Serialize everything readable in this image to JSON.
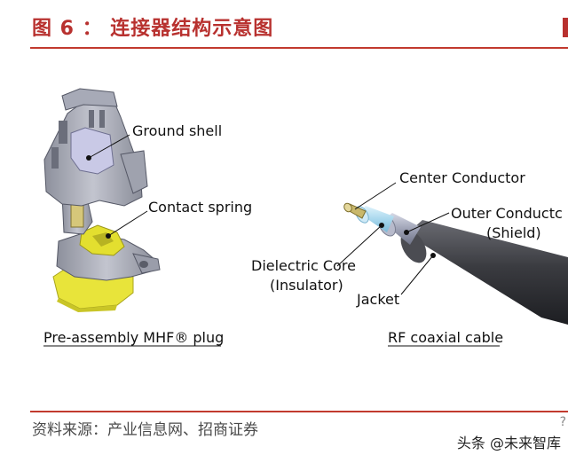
{
  "title": "图 6 ： 连接器结构示意图",
  "source": "资料来源：产业信息网、招商证券",
  "watermark": "头条 @未来智库",
  "plug": {
    "caption": "Pre-assembly MHF® plug",
    "labels": {
      "ground_shell": "Ground shell",
      "contact_spring": "Contact spring"
    }
  },
  "cable": {
    "caption": "RF coaxial cable",
    "labels": {
      "center_conductor": "Center Conductor",
      "outer_conductor_line1": "Outer Conductc",
      "outer_conductor_line2": "(Shield)",
      "dielectric_line1": "Dielectric Core",
      "dielectric_line2": "(Insulator)",
      "jacket": "Jacket"
    }
  },
  "colors": {
    "accent_red": "#b8312f",
    "shell_gray": "#aeb0bb",
    "spring_yellow": "#e8e43a",
    "cable_jacket": "#3a3b40",
    "dielectric_blue": "#a9d8ee"
  }
}
